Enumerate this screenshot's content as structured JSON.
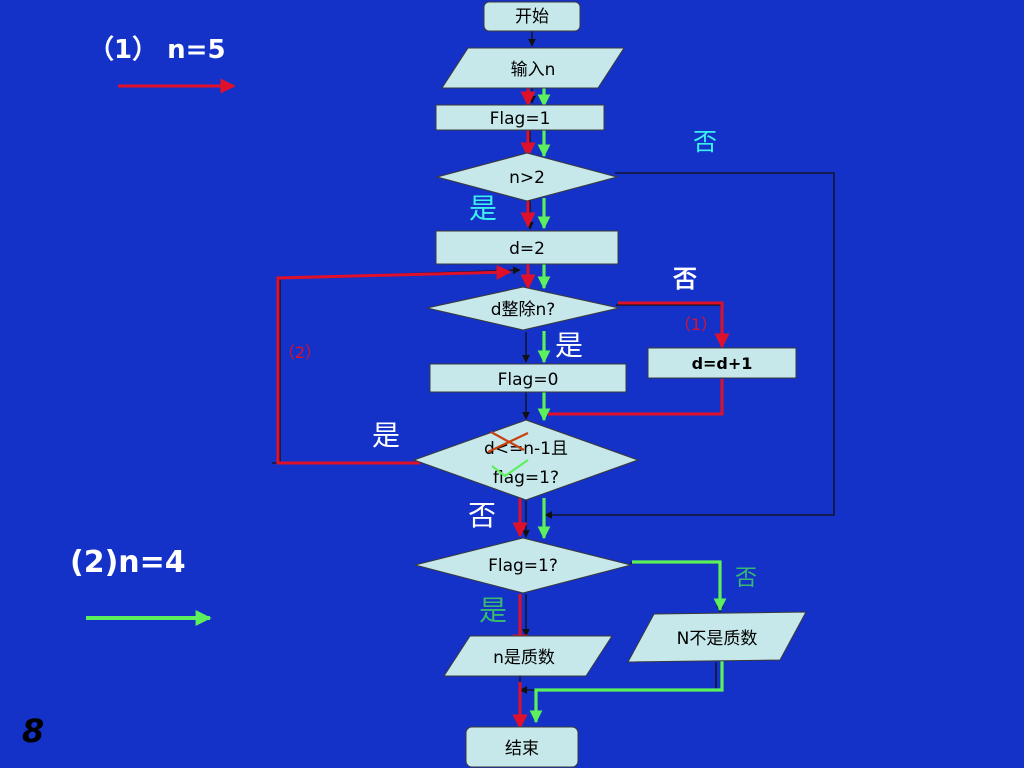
{
  "slide": {
    "number": "8",
    "colors": {
      "background": "#1432c8",
      "shape_fill": "#c6e8ea",
      "red_path": "#e0102a",
      "green_path": "#5cf05c",
      "label_cyan": "#3cf0f0",
      "label_green": "#38b870",
      "label_red": "#e0102a",
      "label_white": "#ffffff"
    }
  },
  "legend": {
    "case1_label": "（1） n=5",
    "case2_label": "(2)n=4"
  },
  "flowchart": {
    "start": "开始",
    "input": "输入n",
    "flag_init": "Flag=1",
    "cond_n_gt_2": "n>2",
    "d_init": "d=2",
    "cond_divides": "d整除n?",
    "flag_zero": "Flag=0",
    "d_increment": "d=d+1",
    "loop_cond_line1": "d<=n-1且",
    "loop_cond_line2": "flag=1?",
    "cond_flag": "Flag=1?",
    "out_prime": "n是质数",
    "out_not_prime": "N不是质数",
    "end": "结束"
  },
  "labels": {
    "no_n_gt_2": "否",
    "yes_n_gt_2": "是",
    "no_divides": "否",
    "tag_1": "（1）",
    "yes_divides": "是",
    "tag_2": "（2）",
    "yes_loop": "是",
    "no_loop": "否",
    "no_flag": "否",
    "yes_flag": "是"
  }
}
